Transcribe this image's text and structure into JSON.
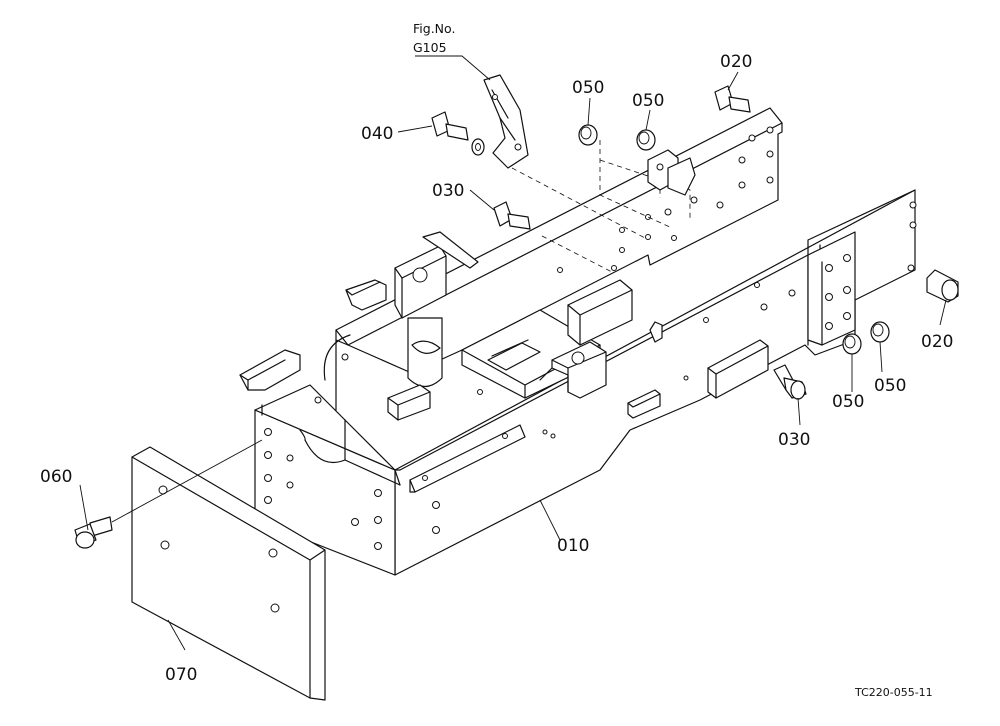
{
  "figure_ref": {
    "line1": "Fig.No.",
    "line2": "G105"
  },
  "parts": {
    "p010": "010",
    "p020_top": "020",
    "p020_right": "020",
    "p030_top": "030",
    "p030_bottom": "030",
    "p040": "040",
    "p050_a": "050",
    "p050_b": "050",
    "p050_c": "050",
    "p050_d": "050",
    "p060": "060",
    "p070": "070"
  },
  "drawing_code": "TC220-055-11"
}
